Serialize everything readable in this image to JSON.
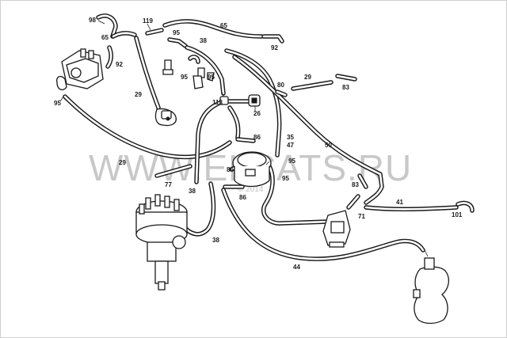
{
  "watermark": {
    "text": "WWW.ELCATS.RU",
    "sub": "© 2014"
  },
  "labels": {
    "l98": "98",
    "l65a": "65",
    "l92a": "92",
    "l119": "119",
    "l65b": "65",
    "l92b": "92",
    "l95a": "95",
    "l38a": "38",
    "l95b": "95",
    "l95c": "95",
    "l95d": "95",
    "l29a": "29",
    "l80": "80",
    "l29b": "29",
    "l83a": "83",
    "l113": "113",
    "l26": "26",
    "l35": "35",
    "l47": "47",
    "l50": "50",
    "l86a": "86",
    "l95e": "95",
    "l29c": "29",
    "l86b": "86",
    "l95f": "95",
    "l83b": "83",
    "l77": "77",
    "l38b": "38",
    "l86c": "86",
    "l41": "41",
    "l71": "71",
    "l101": "101",
    "l38c": "38",
    "l44": "44"
  }
}
